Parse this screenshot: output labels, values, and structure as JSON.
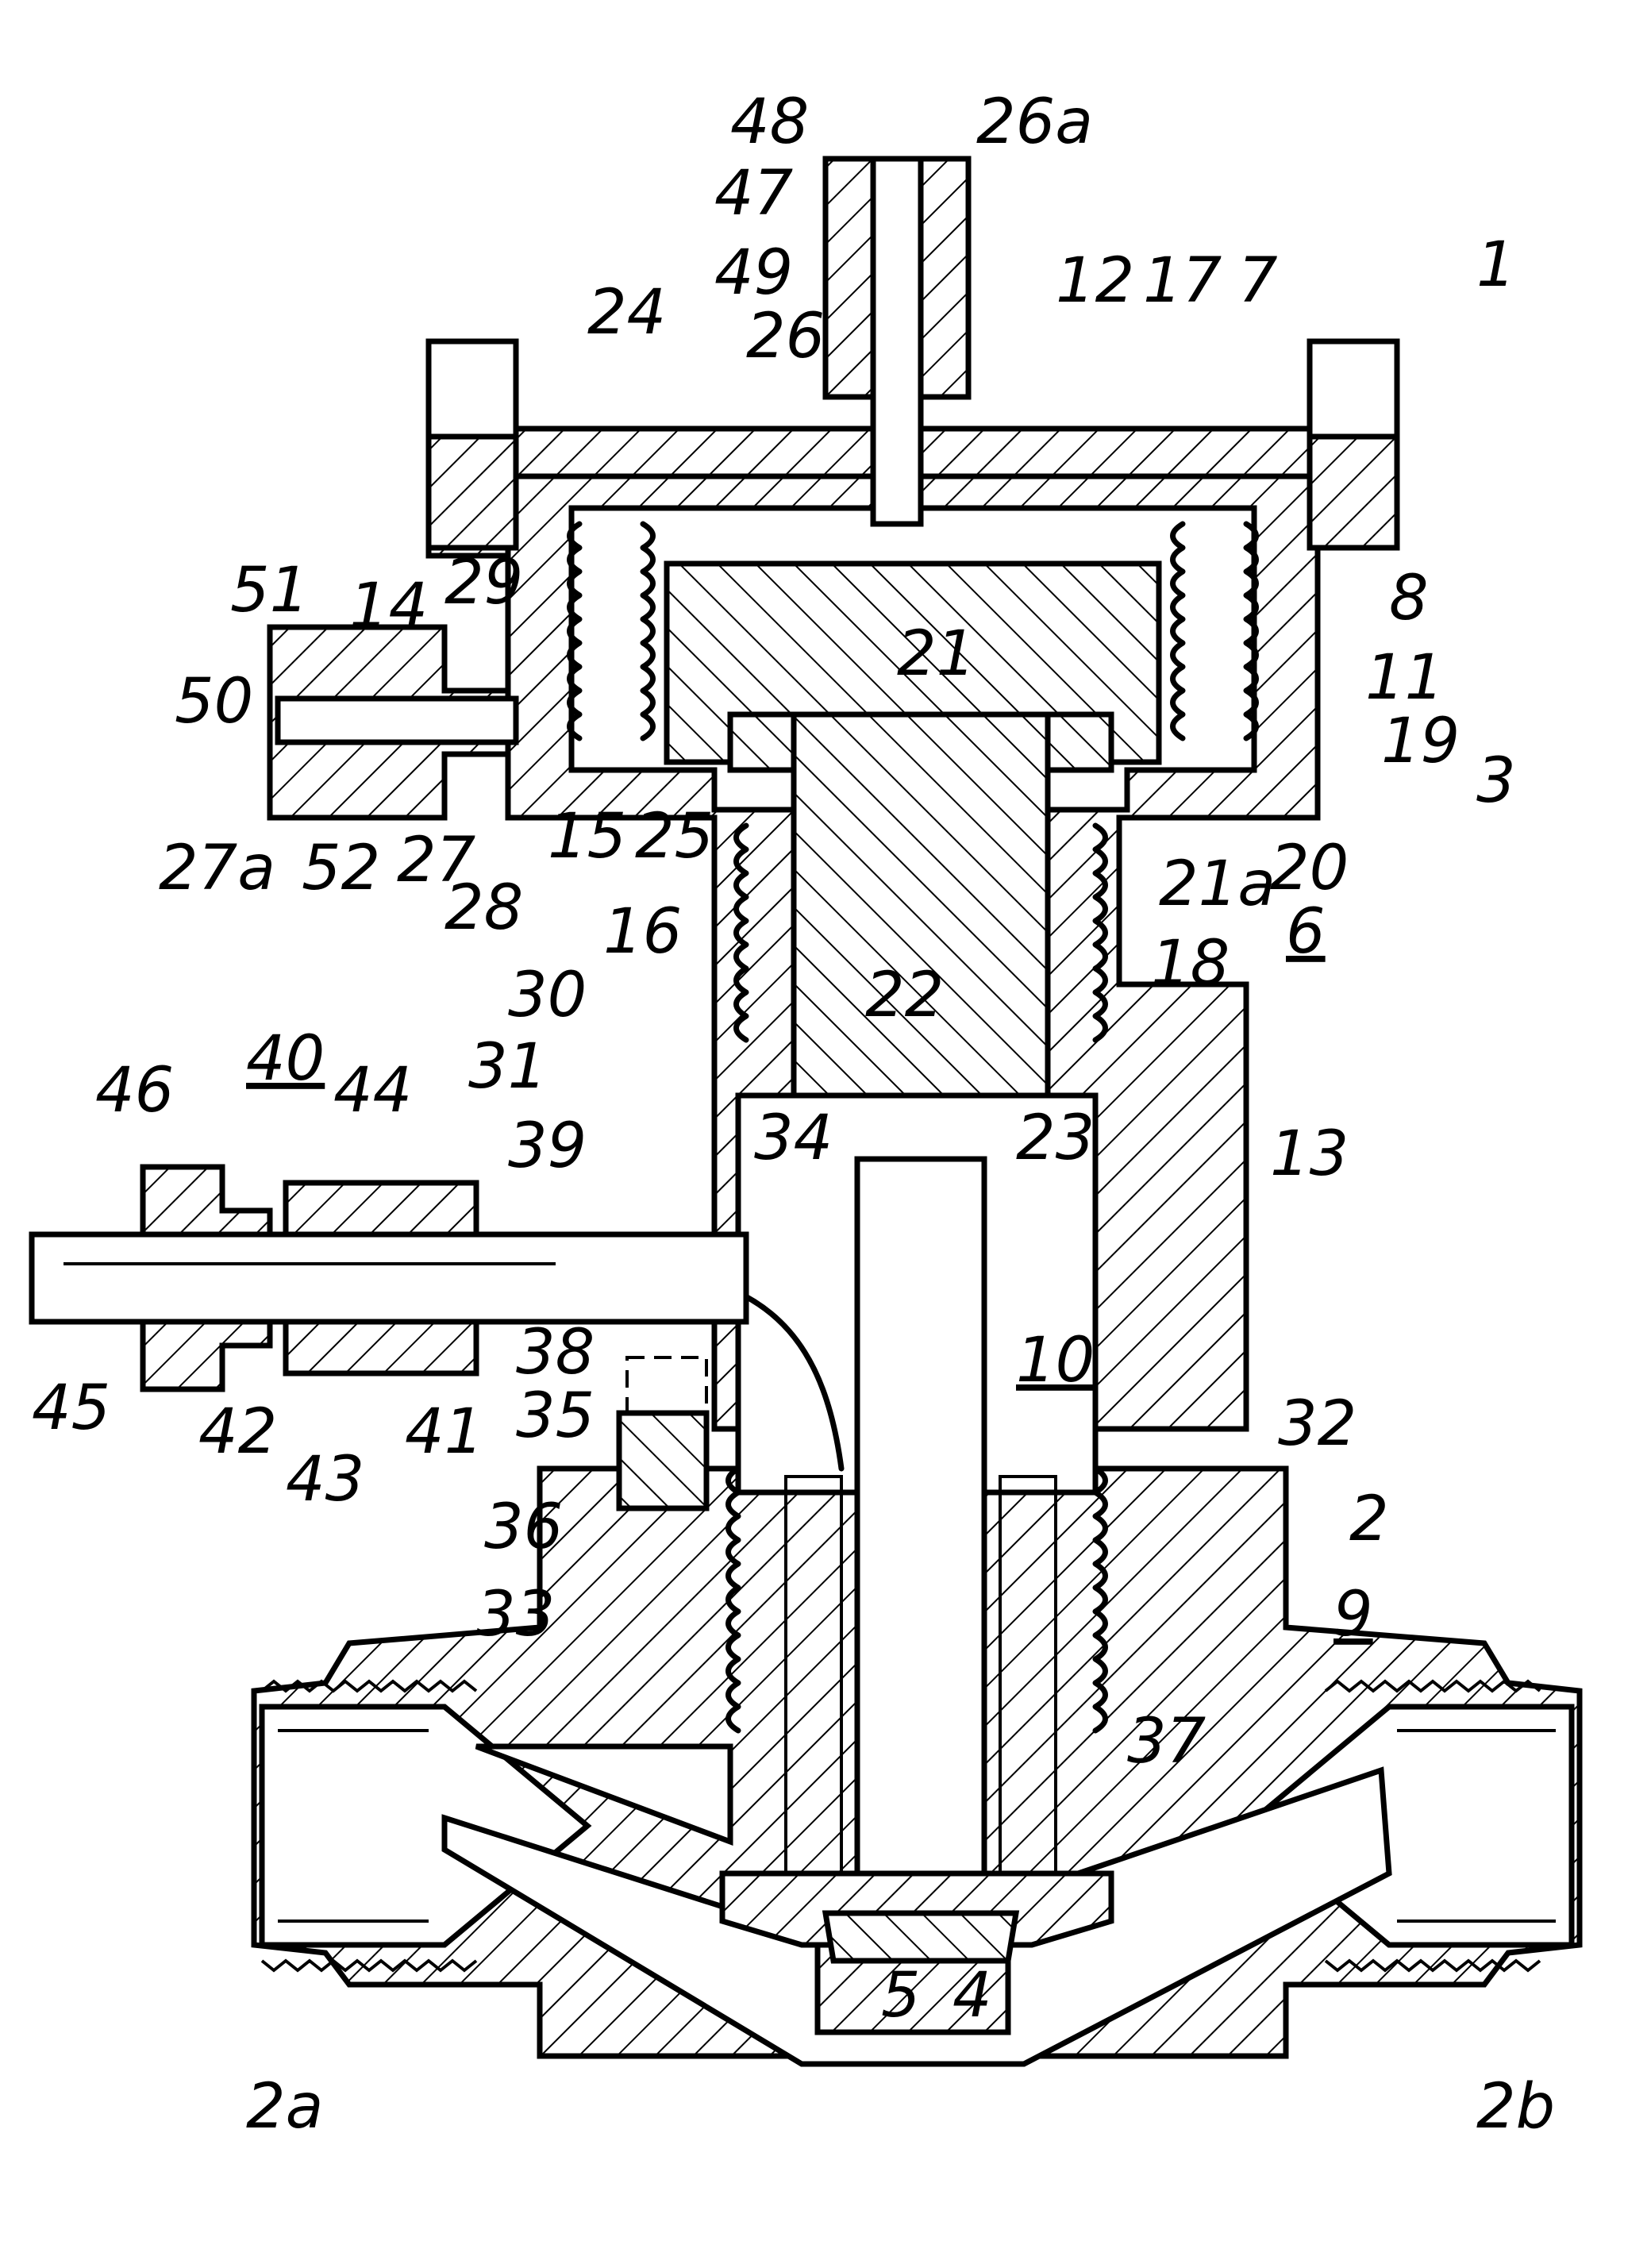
{
  "figure": {
    "assembly_label": "1",
    "labels": [
      {
        "id": "l48",
        "text": "48"
      },
      {
        "id": "l26a",
        "text": "26a"
      },
      {
        "id": "l47",
        "text": "47"
      },
      {
        "id": "l49",
        "text": "49"
      },
      {
        "id": "l24",
        "text": "24"
      },
      {
        "id": "l12",
        "text": "12"
      },
      {
        "id": "l17",
        "text": "17"
      },
      {
        "id": "l7",
        "text": "7"
      },
      {
        "id": "l26",
        "text": "26"
      },
      {
        "id": "l29",
        "text": "29"
      },
      {
        "id": "l51",
        "text": "51"
      },
      {
        "id": "l14",
        "text": "14"
      },
      {
        "id": "l8",
        "text": "8"
      },
      {
        "id": "l21",
        "text": "21"
      },
      {
        "id": "l11",
        "text": "11"
      },
      {
        "id": "l50",
        "text": "50"
      },
      {
        "id": "l19",
        "text": "19"
      },
      {
        "id": "l3",
        "text": "3"
      },
      {
        "id": "l27a",
        "text": "27a"
      },
      {
        "id": "l52",
        "text": "52"
      },
      {
        "id": "l27",
        "text": "27"
      },
      {
        "id": "l15",
        "text": "15"
      },
      {
        "id": "l25",
        "text": "25"
      },
      {
        "id": "l20",
        "text": "20"
      },
      {
        "id": "l28",
        "text": "28"
      },
      {
        "id": "l21a",
        "text": "21a"
      },
      {
        "id": "l16",
        "text": "16"
      },
      {
        "id": "l6",
        "text": "6"
      },
      {
        "id": "l18",
        "text": "18"
      },
      {
        "id": "l30",
        "text": "30"
      },
      {
        "id": "l22",
        "text": "22"
      },
      {
        "id": "l40",
        "text": "40"
      },
      {
        "id": "l31",
        "text": "31"
      },
      {
        "id": "l46",
        "text": "46"
      },
      {
        "id": "l44",
        "text": "44"
      },
      {
        "id": "l34",
        "text": "34"
      },
      {
        "id": "l23",
        "text": "23"
      },
      {
        "id": "l13",
        "text": "13"
      },
      {
        "id": "l39",
        "text": "39"
      },
      {
        "id": "l45",
        "text": "45"
      },
      {
        "id": "l38",
        "text": "38"
      },
      {
        "id": "l10",
        "text": "10"
      },
      {
        "id": "l42",
        "text": "42"
      },
      {
        "id": "l41",
        "text": "41"
      },
      {
        "id": "l35",
        "text": "35"
      },
      {
        "id": "l32",
        "text": "32"
      },
      {
        "id": "l43",
        "text": "43"
      },
      {
        "id": "l36",
        "text": "36"
      },
      {
        "id": "l2",
        "text": "2"
      },
      {
        "id": "l33",
        "text": "33"
      },
      {
        "id": "l9",
        "text": "9"
      },
      {
        "id": "l37",
        "text": "37"
      },
      {
        "id": "l5",
        "text": "5"
      },
      {
        "id": "l4",
        "text": "4"
      },
      {
        "id": "l2a",
        "text": "2a"
      },
      {
        "id": "l2b",
        "text": "2b"
      }
    ]
  }
}
